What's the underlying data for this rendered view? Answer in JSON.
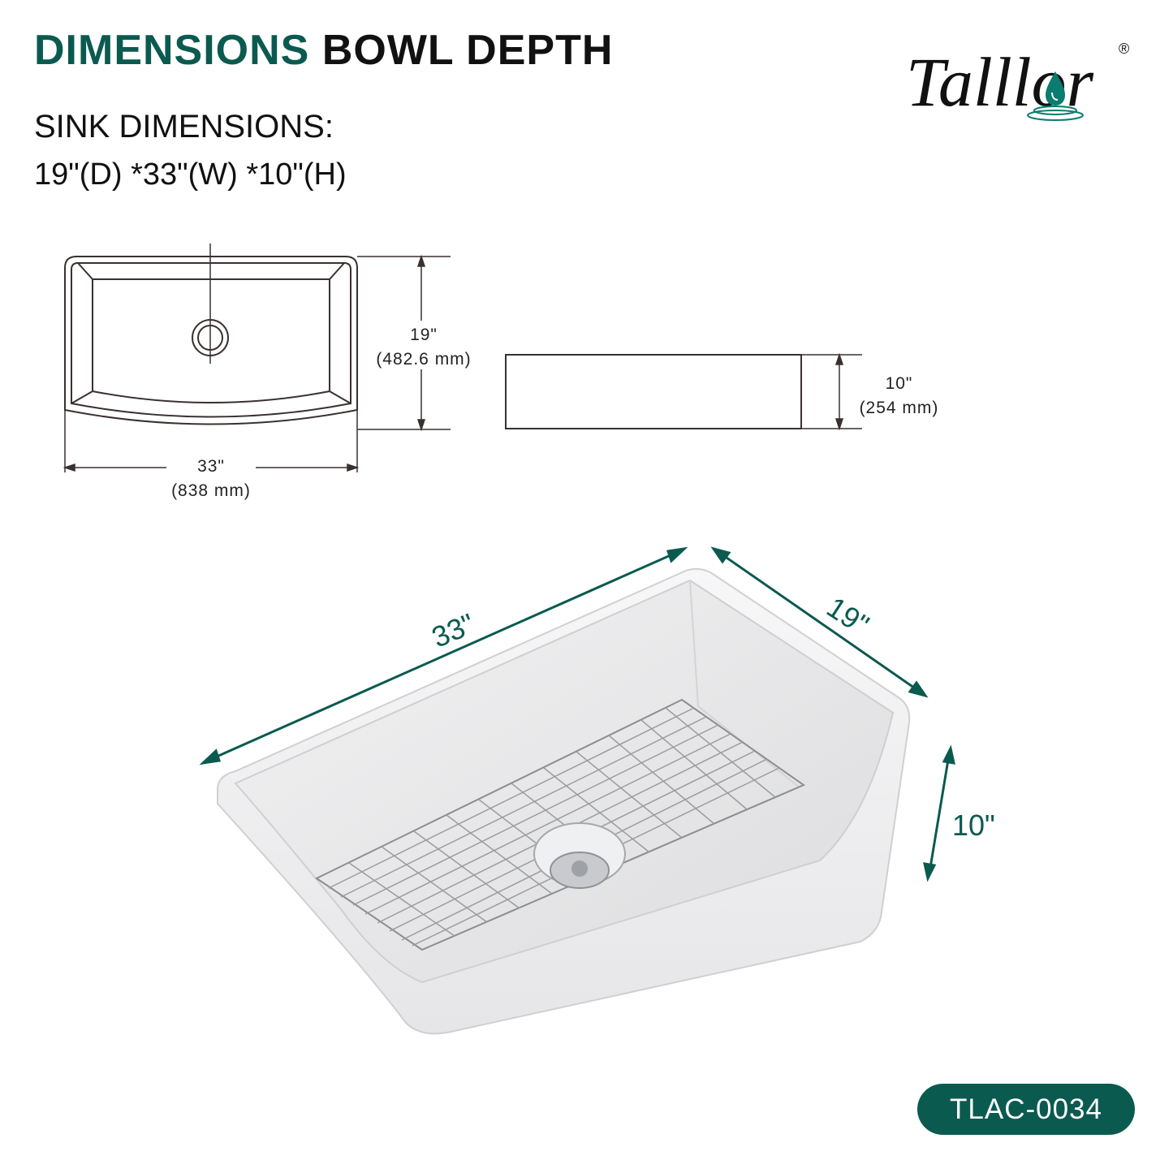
{
  "header": {
    "title_accent": "DIMENSIONS",
    "title_rest": "BOWL DEPTH",
    "sink_dimensions_label": "SINK DIMENSIONS:",
    "sink_dimensions_value": "19\"(D) *33\"(W) *10\"(H)"
  },
  "brand": {
    "name": "Talllor",
    "registered": "®"
  },
  "top_view": {
    "depth_in": "19\"",
    "depth_mm": "(482.6 mm)",
    "width_in": "33\"",
    "width_mm": "(838 mm)"
  },
  "side_view": {
    "height_in": "10\"",
    "height_mm": "(254 mm)"
  },
  "product_view": {
    "width_label": "33\"",
    "depth_label": "19\"",
    "height_label": "10\""
  },
  "model": {
    "code": "TLAC-0034"
  },
  "colors": {
    "accent": "#0b5a50",
    "text": "#111111",
    "line": "#3a3030"
  }
}
